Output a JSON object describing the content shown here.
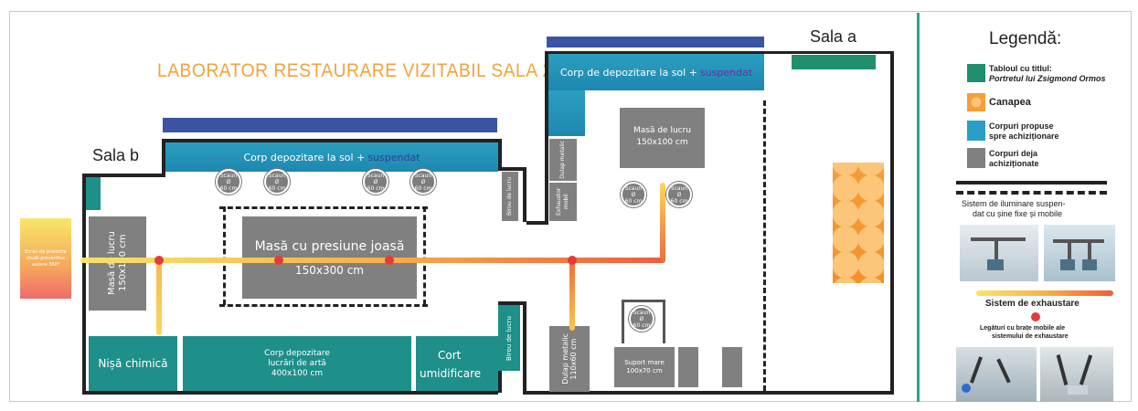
{
  "plan": {
    "title": "LABORATOR RESTAURARE VIZITABIL SALA 25",
    "room_a": "Sala a",
    "room_b": "Sala b",
    "storage_top_left": {
      "label_part1": "Corp depozitare la sol + ",
      "label_part2": "suspendat"
    },
    "storage_top_right": {
      "label_part1": "Corp de depozitare la sol + ",
      "label_part2": "suspendat"
    },
    "low_pressure_table": {
      "name": "Masă cu presiune joasă",
      "size": "150x300 cm"
    },
    "work_table_left": "Masă de lucru\n150x100 cm",
    "work_table_right": {
      "name": "Masă de lucru",
      "size": "150x100 cm"
    },
    "chair_label": "Scaun\nØ\n60 cm",
    "chemical_niche": "Nișă chimică",
    "artwork_storage": {
      "line1": "Corp depozitare",
      "line2": "lucrări de artă",
      "line3": "400x100 cm"
    },
    "humidifier_tent": {
      "line1": "Cort",
      "line2": "umidificare"
    },
    "metal_cabinet": "Dulap metalic\n110x60 cm",
    "large_support": "Suport mare\n100x70 cm",
    "small_units": [
      "Birou de lucru",
      "Dulap metalic",
      "Exhaustor mobil",
      "Birou de lucru"
    ],
    "projection_screen": "Ecran de proiecție\nstudii preventive\nvedere 360°"
  },
  "legend": {
    "title": "Legendă:",
    "items": [
      {
        "color": "#1f8f6e",
        "label_line1": "Tabloul cu titlul:",
        "label_line2": "Portretul lui Zsigmond Ormos"
      },
      {
        "color": "#f6a53a",
        "label_line1": "Canapea",
        "label_line2": ""
      },
      {
        "color": "#2a9fc4",
        "label_line1": "Corpuri propuse",
        "label_line2": "spre achiziționare"
      },
      {
        "color": "#808080",
        "label_line1": "Corpuri deja",
        "label_line2": "achiziționate"
      }
    ],
    "lighting": {
      "label_line1": "Sistem de iluminare suspen-",
      "label_line2": "dat cu șine fixe și mobile"
    },
    "exhaust": {
      "label": "Sistem de exhaustare"
    },
    "arms": {
      "label_line1": "Legături cu brațe mobile ale",
      "label_line2": "sistemului de exhaustare"
    }
  }
}
